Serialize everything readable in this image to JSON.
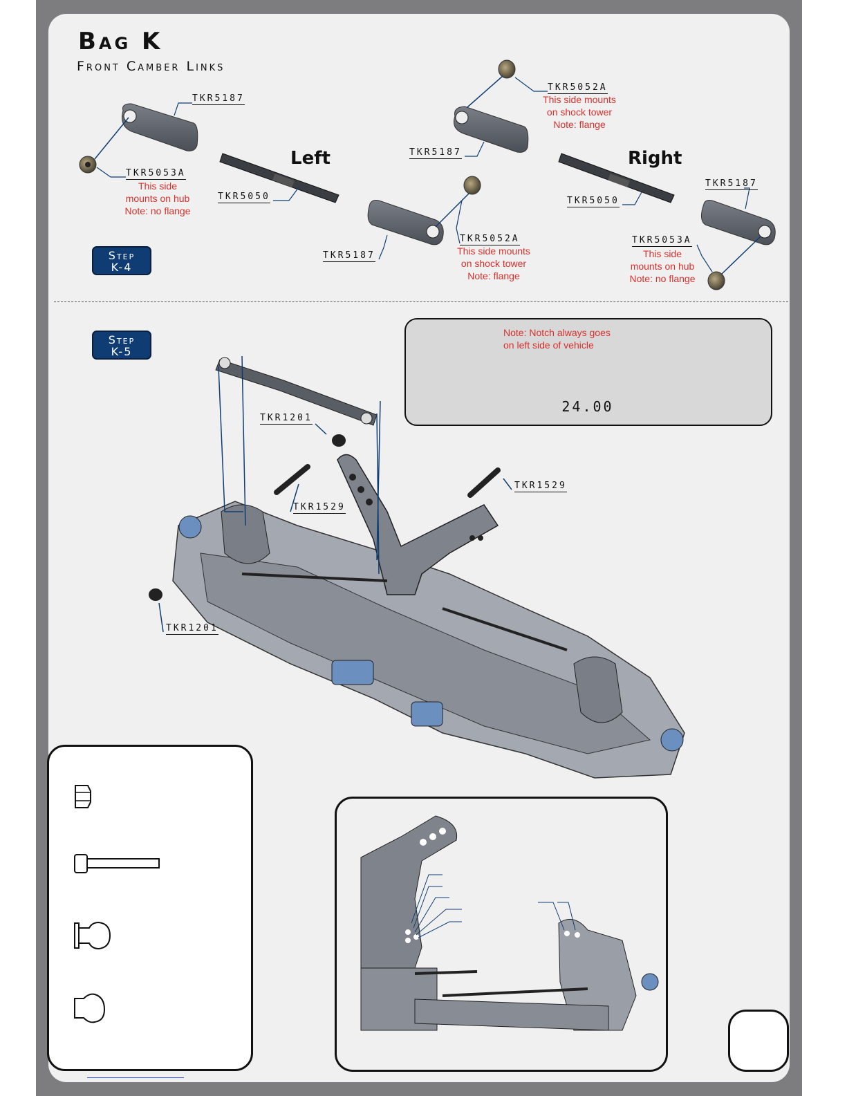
{
  "header": {
    "title": "Bag K",
    "subtitle": "Front Camber Links"
  },
  "steps": {
    "k4": {
      "word": "Step",
      "num": "K-4"
    },
    "k5": {
      "word": "Step",
      "num": "K-5"
    }
  },
  "sides": {
    "left": "Left",
    "right": "Right"
  },
  "parts": {
    "rod_end": "TKR5187",
    "ball_no_flange": "TKR5053A",
    "ball_flange": "TKR5052A",
    "turnbuckle": "TKR5050",
    "locknut": "TKR1201",
    "screw": "TKR1529"
  },
  "notes": {
    "hub_line1": "This side",
    "hub_line2": "mounts on hub",
    "hub_line3": "Note: no flange",
    "tower_line1": "This side mounts",
    "tower_line2": "on shock tower",
    "tower_line3": "Note: flange",
    "notch_line1": "Note: Notch always goes",
    "notch_line2": "on left side of vehicle"
  },
  "dimension": "24.00",
  "colors": {
    "accent": "#0f3d73",
    "note_red": "#d9302c",
    "frame_gray": "#7d7d80",
    "panel": "#f0f0f0",
    "part_gray": "#5c6068"
  },
  "icons": [
    "locknut-icon",
    "screw-icon",
    "ball-flange-icon",
    "ball-no-flange-icon"
  ]
}
